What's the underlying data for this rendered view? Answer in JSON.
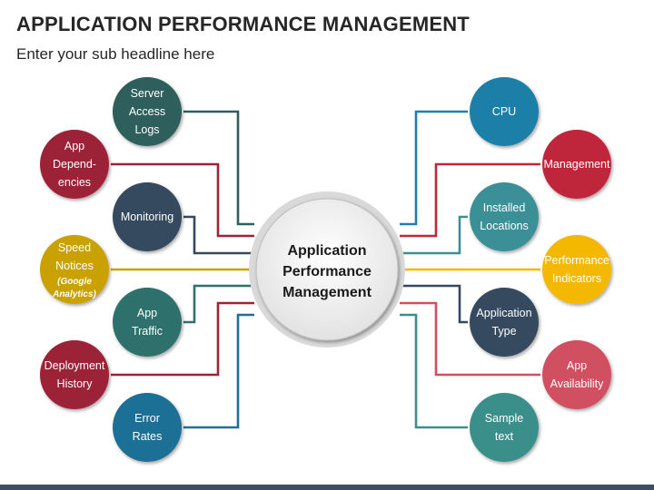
{
  "header": {
    "title": "APPLICATION PERFORMANCE MANAGEMENT",
    "subtitle": "Enter your sub headline here"
  },
  "hub": {
    "lines": [
      "Application",
      "Performance",
      "Management"
    ]
  },
  "colors": {
    "teal_dark": "#2f5f5c",
    "maroon": "#9c2337",
    "slate": "#34495e",
    "gold": "#c9a100",
    "blue": "#1f7fa8",
    "red": "#c0283a",
    "teal": "#3a8f96",
    "yellow": "#f5b800",
    "rose": "#d05060"
  },
  "left_nodes": [
    {
      "id": "server-access-logs",
      "lines": [
        "Server",
        "Access",
        "Logs"
      ],
      "color": "#2f5f5c"
    },
    {
      "id": "app-dependencies",
      "lines": [
        "App",
        "Depend-",
        "encies"
      ],
      "color": "#9c2337"
    },
    {
      "id": "monitoring",
      "lines": [
        "Monitoring"
      ],
      "color": "#34495e"
    },
    {
      "id": "speed-notices",
      "lines": [
        "Speed",
        "Notices"
      ],
      "note": [
        "(Google",
        "Analytics)"
      ],
      "color": "#c9a100"
    },
    {
      "id": "app-traffic",
      "lines": [
        "App",
        "Traffic"
      ],
      "color": "#2f6f6c"
    },
    {
      "id": "deployment-history",
      "lines": [
        "Deployment",
        "History"
      ],
      "color": "#9c2337"
    },
    {
      "id": "error-rates",
      "lines": [
        "Error",
        "Rates"
      ],
      "color": "#1f6f96"
    }
  ],
  "right_nodes": [
    {
      "id": "cpu",
      "lines": [
        "CPU"
      ],
      "color": "#1f7fa8"
    },
    {
      "id": "management",
      "lines": [
        "Management"
      ],
      "color": "#c0283a"
    },
    {
      "id": "installed-locations",
      "lines": [
        "Installed",
        "Locations"
      ],
      "color": "#3a8f96"
    },
    {
      "id": "performance-indicators",
      "lines": [
        "Performance",
        "Indicators"
      ],
      "color": "#f5b800"
    },
    {
      "id": "application-type",
      "lines": [
        "Application",
        "Type"
      ],
      "color": "#34495e"
    },
    {
      "id": "app-availability",
      "lines": [
        "App",
        "Availability"
      ],
      "color": "#d05060"
    },
    {
      "id": "sample-text",
      "lines": [
        "Sample",
        "text"
      ],
      "color": "#3a8f8a"
    }
  ]
}
